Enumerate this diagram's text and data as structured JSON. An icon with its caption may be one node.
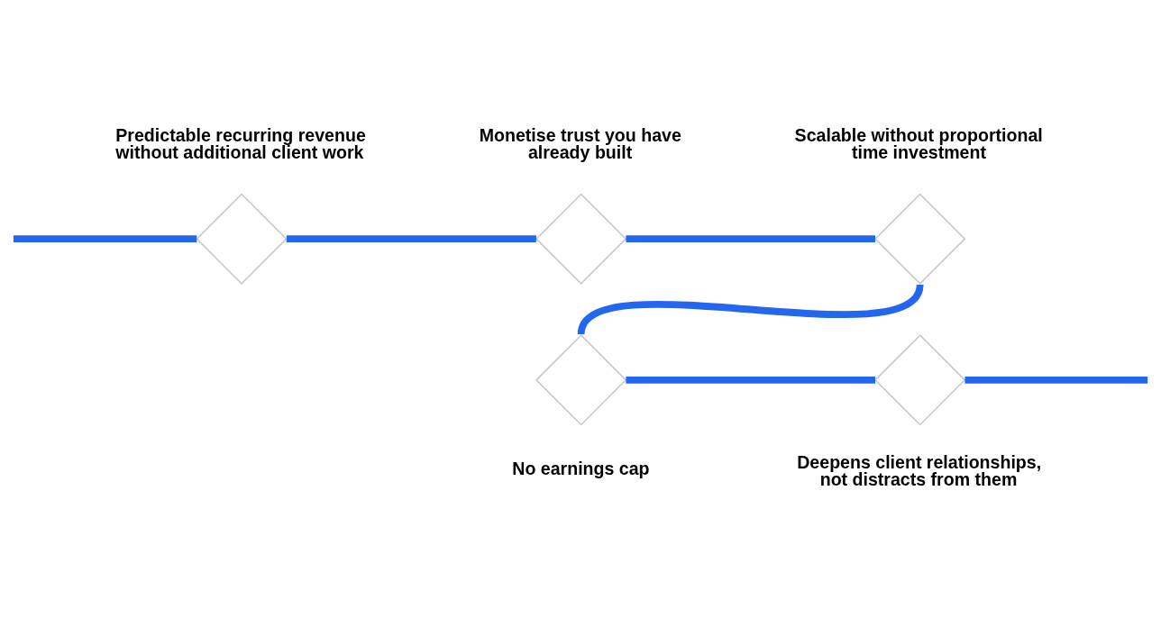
{
  "diagram": {
    "nodes": [
      {
        "text": [],
        "shape": "diamond",
        "beside": [
          "Predictable recurring revenue without additional client work"
        ]
      },
      {
        "text": [],
        "shape": "diamond",
        "beside": [
          "Monetise trust you have already built"
        ]
      },
      {
        "text": [],
        "shape": "diamond",
        "beside": [
          "Scalable without proportional time investment"
        ]
      },
      {
        "text": [],
        "shape": "diamond",
        "beside": [
          "No earnings cap"
        ]
      },
      {
        "text": [],
        "shape": "diamond",
        "beside": [
          "Deepens client relationships, not distracts from them"
        ]
      }
    ],
    "edges": [
      {
        "from": null,
        "to": 0,
        "arrow": "none"
      },
      {
        "from": 0,
        "to": 1,
        "arrow": "none"
      },
      {
        "from": 1,
        "to": 2,
        "arrow": "none"
      },
      {
        "from": 2,
        "to": 3,
        "arrow": "none"
      },
      {
        "from": 3,
        "to": 4,
        "arrow": "none"
      },
      {
        "from": 4,
        "to": null,
        "arrow": "none"
      }
    ]
  }
}
